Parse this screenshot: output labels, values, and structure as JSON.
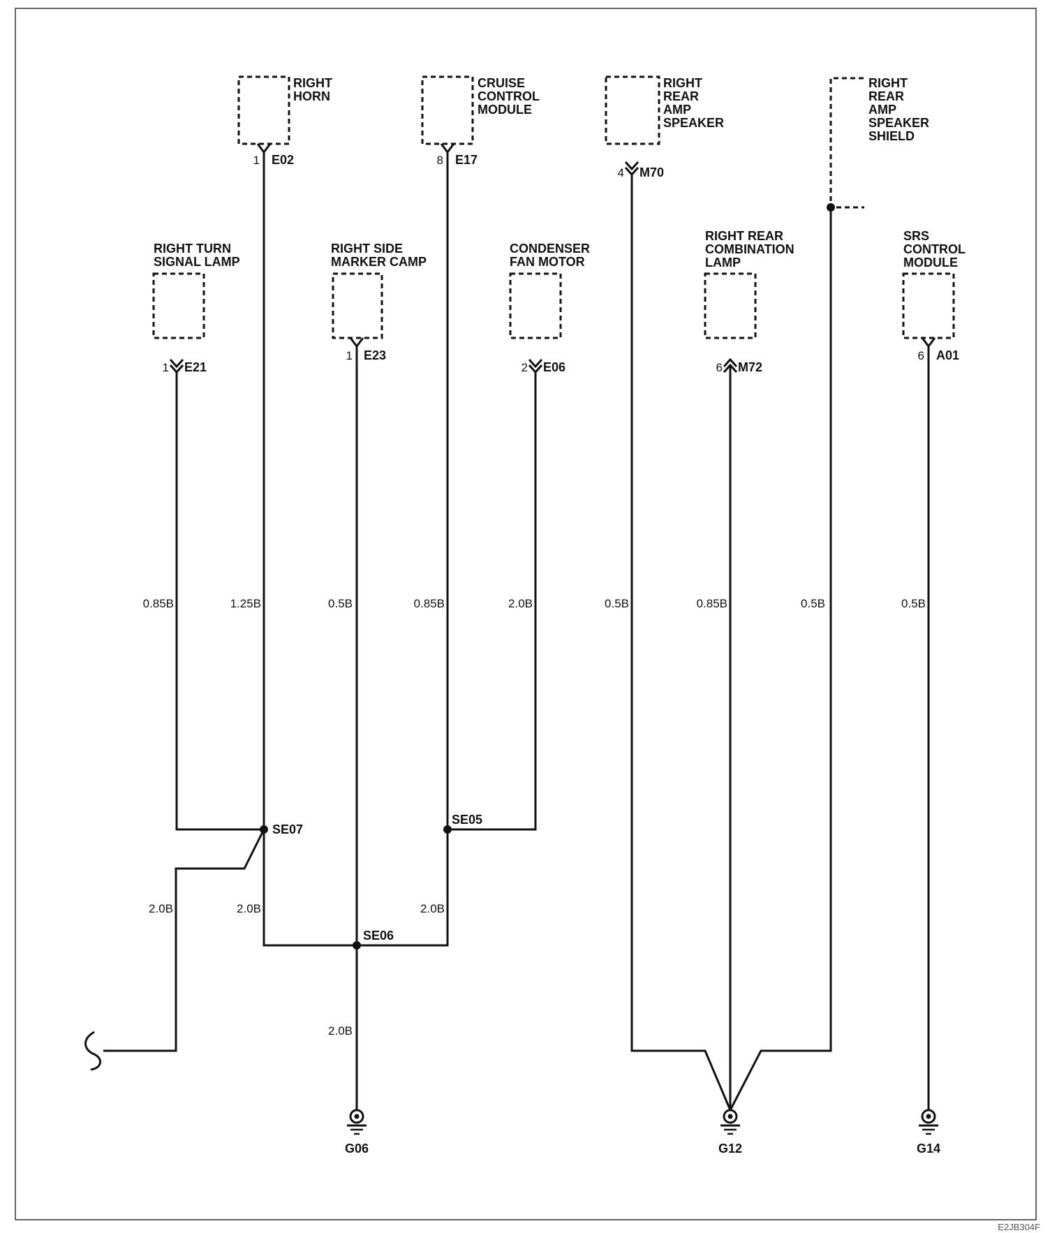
{
  "components": {
    "right_horn": [
      "RIGHT",
      "HORN"
    ],
    "cruise_control_module": [
      "CRUISE",
      "CONTROL",
      "MODULE"
    ],
    "right_rear_amp_speaker": [
      "RIGHT",
      "REAR",
      "AMP",
      "SPEAKER"
    ],
    "right_rear_amp_speaker_shield": [
      "RIGHT",
      "REAR",
      "AMP",
      "SPEAKER",
      "SHIELD"
    ],
    "right_turn_signal_lamp": [
      "RIGHT TURN",
      "SIGNAL LAMP"
    ],
    "right_side_marker_lamp": [
      "RIGHT SIDE",
      "MARKER CAMP"
    ],
    "condenser_fan_motor": [
      "CONDENSER",
      "FAN MOTOR"
    ],
    "right_rear_combination_lamp": [
      "RIGHT REAR",
      "COMBINATION",
      "LAMP"
    ],
    "srs_control_module": [
      "SRS",
      "CONTROL",
      "MODULE"
    ]
  },
  "connectors": {
    "e02": {
      "pin": "1",
      "id": "E02"
    },
    "e17": {
      "pin": "8",
      "id": "E17"
    },
    "m70": {
      "pin": "4",
      "id": "M70"
    },
    "e21": {
      "pin": "1",
      "id": "E21"
    },
    "e23": {
      "pin": "1",
      "id": "E23"
    },
    "e06": {
      "pin": "2",
      "id": "E06"
    },
    "m72": {
      "pin": "6",
      "id": "M72"
    },
    "a01": {
      "pin": "6",
      "id": "A01"
    }
  },
  "wire_gauges": {
    "e21": "0.85B",
    "e02": "1.25B",
    "e23": "0.5B",
    "e17": "0.85B",
    "e06": "2.0B",
    "m70": "0.5B",
    "m72": "0.85B",
    "shield": "0.5B",
    "a01": "0.5B",
    "se07_out": "2.0B",
    "se07_down": "2.0B",
    "se05_down": "2.0B",
    "se06_down": "2.0B"
  },
  "splices": {
    "se07": "SE07",
    "se05": "SE05",
    "se06": "SE06"
  },
  "grounds": {
    "g06": "G06",
    "g12": "G12",
    "g14": "G14"
  },
  "figure_code": "E2JB304F"
}
